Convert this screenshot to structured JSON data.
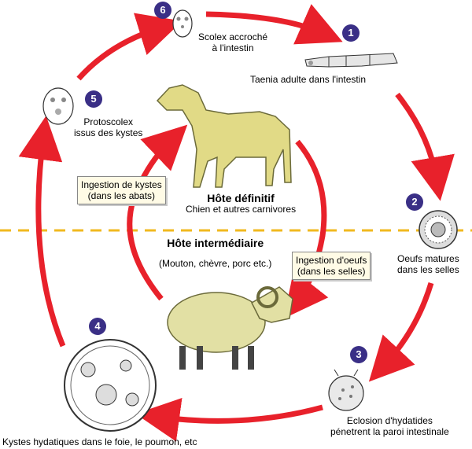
{
  "colors": {
    "arrow": "#e8212b",
    "badge": "#3a2f86",
    "divider": "#f1b91f"
  },
  "host_definitive": {
    "title": "Hôte définitif",
    "subtitle": "Chien et autres carnivores"
  },
  "host_intermediate": {
    "title": "Hôte intermédiaire",
    "subtitle": "(Mouton, chèvre, porc etc.)"
  },
  "ingestion_cysts": {
    "line1": "Ingestion de kystes",
    "line2": "(dans les abats)"
  },
  "ingestion_eggs": {
    "line1": "Ingestion d'oeufs",
    "line2": "(dans les selles)"
  },
  "stages": [
    {
      "number": "1",
      "line1": "Taenia adulte dans l'intestin",
      "line2": ""
    },
    {
      "number": "2",
      "line1": "Oeufs matures",
      "line2": "dans les selles"
    },
    {
      "number": "3",
      "line1": "Eclosion d'hydatides",
      "line2": "pénetrent la paroi intestinale"
    },
    {
      "number": "4",
      "line1": "Kystes hydatiques dans le foie, le poumon, etc",
      "line2": ""
    },
    {
      "number": "5",
      "line1": "Protoscolex",
      "line2": "issus des kystes"
    },
    {
      "number": "6",
      "line1": "Scolex accroché",
      "line2": "à l'intestin"
    }
  ]
}
